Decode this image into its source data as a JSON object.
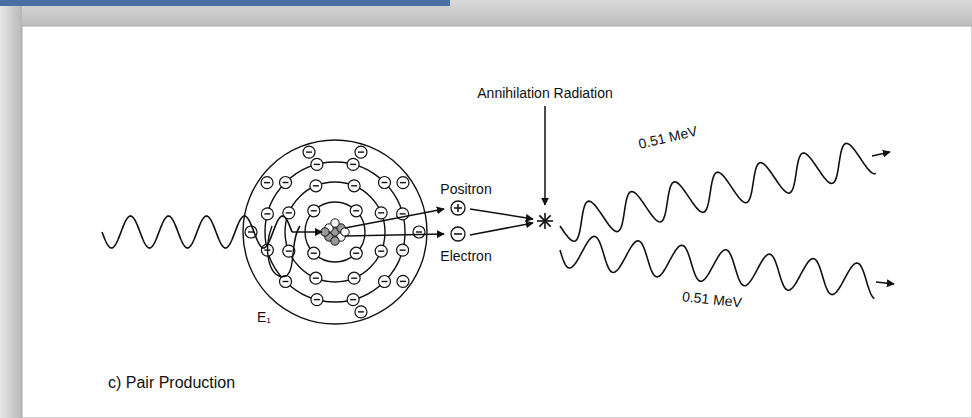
{
  "diagram": {
    "caption": "c) Pair Production",
    "labels": [
      "Annihilation Radiation",
      "Positron",
      "Electron",
      "0.51 MeV",
      "0.51 MeV",
      "E₁"
    ]
  }
}
